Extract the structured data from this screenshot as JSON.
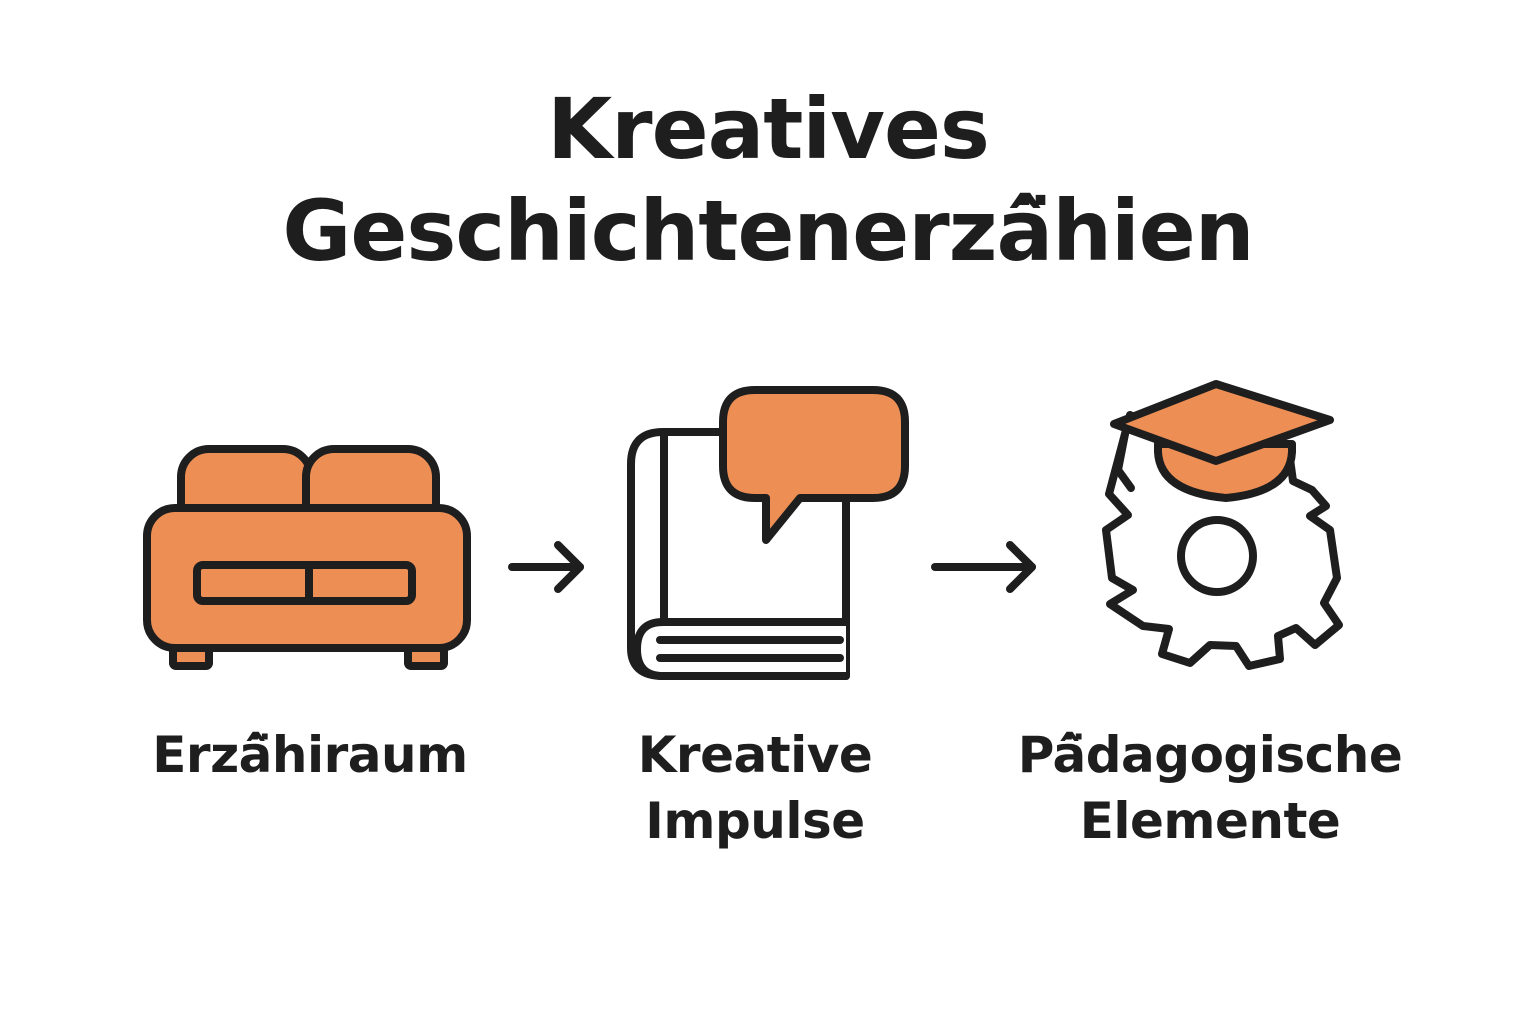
{
  "title": {
    "line1": "Kreatives",
    "line2": "Geschichtenerzâ̈hien"
  },
  "steps": [
    {
      "icon": "sofa-icon",
      "label_lines": [
        "Erzâ̈hiraum"
      ]
    },
    {
      "icon": "book-with-speech-bubble-icon",
      "label_lines": [
        "Kreative",
        "Impulse"
      ]
    },
    {
      "icon": "graduation-cap-gear-icon",
      "label_lines": [
        "Pâ̈dagogische",
        "Elemente"
      ]
    }
  ],
  "connectors": [
    "arrow-right-icon",
    "arrow-right-icon"
  ],
  "colors": {
    "accent": "#ed8f55",
    "stroke": "#1e1e1e",
    "background": "#ffffff"
  }
}
